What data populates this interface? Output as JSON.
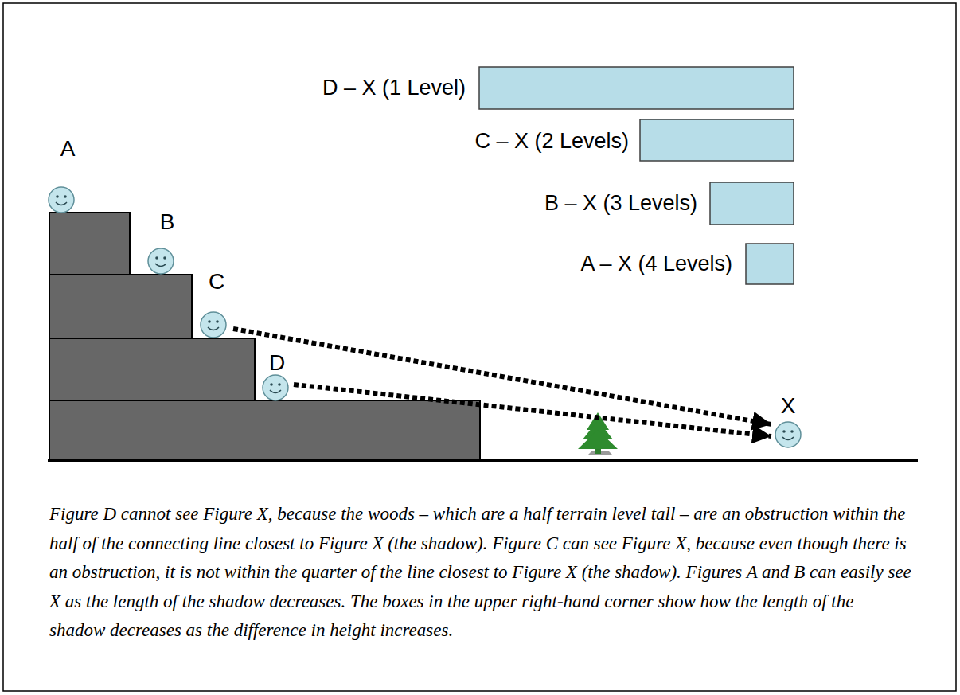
{
  "diagram": {
    "caption": "Figure D cannot see Figure X, because the woods – which are a half terrain level tall – are an obstruction within the half of the connecting line closest to Figure X (the shadow). Figure C can see Figure X, because even though there is an obstruction, it is not within the quarter of the line closest to Figure X (the shadow). Figures A and B can easily see X as the length of the shadow decreases. The boxes in the upper right-hand corner show how the length of the shadow decreases as the difference in height increases.",
    "nodes": [
      {
        "text": [
          "A"
        ]
      },
      {
        "text": [
          "B"
        ]
      },
      {
        "text": [
          "C"
        ]
      },
      {
        "text": [
          "D"
        ]
      },
      {
        "text": [
          "X"
        ]
      }
    ],
    "edges": [
      {
        "from": 2,
        "to": 4,
        "arrow": "to"
      },
      {
        "from": 3,
        "to": 4,
        "arrow": "to"
      }
    ],
    "labels": [
      "D – X (1 Level)",
      "C – X (2 Levels)",
      "B – X (3 Levels)",
      "A – X (4 Levels)"
    ]
  }
}
